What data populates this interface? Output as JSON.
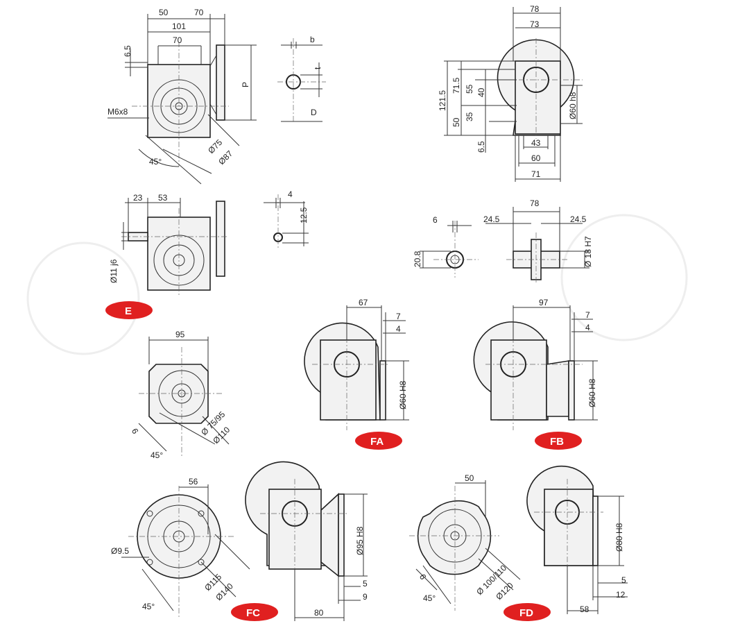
{
  "views": {
    "top_side": {
      "labels": [
        "50",
        "70",
        "101",
        "70",
        "6.5",
        "P",
        "M6x8",
        "45°",
        "Ø75",
        "Ø87"
      ]
    },
    "key": {
      "labels": [
        "b",
        "t",
        "D"
      ]
    },
    "top_front": {
      "labels": [
        "78",
        "73",
        "121.5",
        "71.5",
        "55",
        "40",
        "50",
        "35",
        "6.5",
        "Ø60 h8",
        "43",
        "60",
        "71"
      ]
    },
    "input_shaft": {
      "labels": [
        "23",
        "53",
        "Ø11 j6"
      ]
    },
    "input_key": {
      "labels": [
        "4",
        "12.5"
      ]
    },
    "hollow_shaft": {
      "labels": [
        "6",
        "20.8",
        "78",
        "24.5",
        "24.5",
        "Ø 18 H7"
      ]
    },
    "flange_fa_fb": {
      "labels": [
        "95",
        "Ø 75/95",
        "Ø110",
        "9",
        "45°"
      ]
    },
    "fa": {
      "labels": [
        "67",
        "7",
        "4",
        "Ø60 H8"
      ]
    },
    "fb": {
      "labels": [
        "97",
        "7",
        "4",
        "Ø60 H8"
      ]
    },
    "fc": {
      "labels": [
        "56",
        "Ø9.5",
        "Ø115",
        "Ø140",
        "45°",
        "Ø95 H8",
        "5",
        "9",
        "80"
      ]
    },
    "fd": {
      "labels": [
        "50",
        "9",
        "Ø 100/110",
        "Ø120",
        "45°",
        "Ø80 H8",
        "5",
        "12",
        "58"
      ]
    }
  },
  "badges": {
    "e": "E",
    "fa": "FA",
    "fb": "FB",
    "fc": "FC",
    "fd": "FD"
  },
  "colors": {
    "badge": "#e02020",
    "line": "#222222"
  }
}
